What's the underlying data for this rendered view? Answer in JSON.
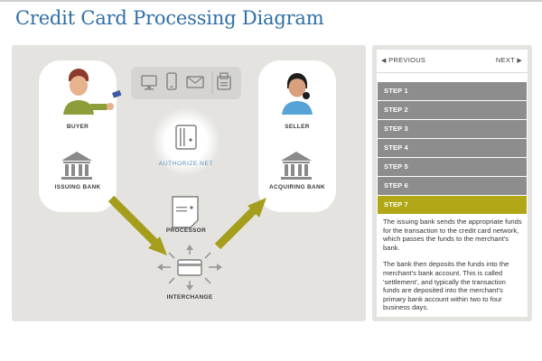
{
  "page": {
    "title": "Credit Card Processing Diagram"
  },
  "diagram": {
    "labels": {
      "buyer": "BUYER",
      "issuing_bank": "ISSUING BANK",
      "authorize_net": "AUTHORIZE.NET",
      "processor": "PROCESSOR",
      "seller": "SELLER",
      "acquiring_bank": "ACQUIRING BANK",
      "interchange": "INTERCHANGE"
    },
    "colors": {
      "accent": "#b2a817",
      "arrow": "#a59d1c",
      "title": "#2f6fa6"
    },
    "icons": [
      "buyer-avatar-icon",
      "bank-icon",
      "computer-icon",
      "phone-icon",
      "mail-icon",
      "fax-icon",
      "server-icon",
      "processor-icon",
      "card-icon",
      "seller-avatar-icon"
    ]
  },
  "steps_panel": {
    "prev_label": "PREVIOUS",
    "next_label": "NEXT",
    "steps": [
      "STEP 1",
      "STEP 2",
      "STEP 3",
      "STEP 4",
      "STEP 5",
      "STEP 6",
      "STEP 7"
    ],
    "active_step": "STEP 7",
    "description": [
      "The issuing bank sends the appropriate funds for the transaction to the credit card network, which passes the funds to the merchant's bank.",
      "The bank then deposits the funds into the merchant's bank account. This is called 'settlement', and typically the transaction funds are deposited into the merchant's primary bank account within two to four business days."
    ]
  }
}
